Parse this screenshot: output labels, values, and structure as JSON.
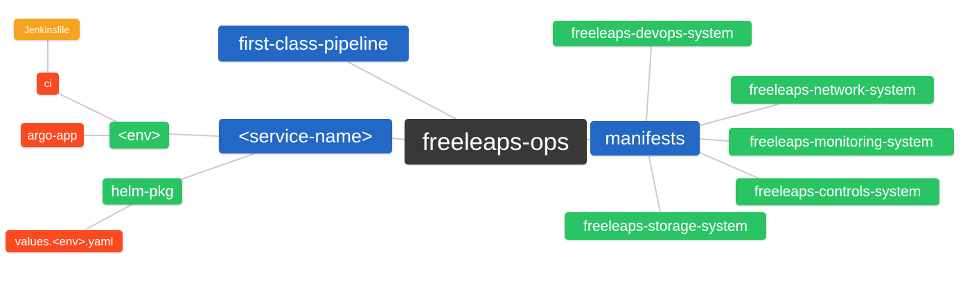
{
  "diagram": {
    "title": "freeleaps-ops mind map",
    "background": "#ffffff",
    "edge_color": "#cbcbcb",
    "colors": {
      "blue": "#2368c4",
      "green": "#2bc465",
      "red": "#fa4a22",
      "orange": "#f6a41e",
      "dark": "#3a3737",
      "text": "#ffffff"
    },
    "nodes": [
      {
        "id": "jenkinsfile",
        "label": "Jenkinsfile",
        "color": "orange"
      },
      {
        "id": "ci",
        "label": "ci",
        "color": "red"
      },
      {
        "id": "argo-app",
        "label": "argo-app",
        "color": "red"
      },
      {
        "id": "env",
        "label": "<env>",
        "color": "green"
      },
      {
        "id": "helm-pkg",
        "label": "helm-pkg",
        "color": "green"
      },
      {
        "id": "values-env-yaml",
        "label": "values.<env>.yaml",
        "color": "red"
      },
      {
        "id": "first-class-pipeline",
        "label": "first-class-pipeline",
        "color": "blue"
      },
      {
        "id": "service-name",
        "label": "<service-name>",
        "color": "blue"
      },
      {
        "id": "freeleaps-ops",
        "label": "freeleaps-ops",
        "color": "dark"
      },
      {
        "id": "manifests",
        "label": "manifests",
        "color": "blue"
      },
      {
        "id": "freeleaps-devops-system",
        "label": "freeleaps-devops-system",
        "color": "green"
      },
      {
        "id": "freeleaps-network-system",
        "label": "freeleaps-network-system",
        "color": "green"
      },
      {
        "id": "freeleaps-monitoring-system",
        "label": "freeleaps-monitoring-system",
        "color": "green"
      },
      {
        "id": "freeleaps-controls-system",
        "label": "freeleaps-controls-system",
        "color": "green"
      },
      {
        "id": "freeleaps-storage-system",
        "label": "freeleaps-storage-system",
        "color": "green"
      }
    ],
    "connections": [
      {
        "from": "jenkinsfile",
        "to": "ci"
      },
      {
        "from": "ci",
        "to": "env"
      },
      {
        "from": "argo-app",
        "to": "env"
      },
      {
        "from": "env",
        "to": "service-name"
      },
      {
        "from": "helm-pkg",
        "to": "service-name"
      },
      {
        "from": "values-env-yaml",
        "to": "helm-pkg"
      },
      {
        "from": "first-class-pipeline",
        "to": "freeleaps-ops"
      },
      {
        "from": "service-name",
        "to": "freeleaps-ops"
      },
      {
        "from": "freeleaps-ops",
        "to": "manifests"
      },
      {
        "from": "manifests",
        "to": "freeleaps-devops-system"
      },
      {
        "from": "manifests",
        "to": "freeleaps-network-system"
      },
      {
        "from": "manifests",
        "to": "freeleaps-monitoring-system"
      },
      {
        "from": "manifests",
        "to": "freeleaps-controls-system"
      },
      {
        "from": "manifests",
        "to": "freeleaps-storage-system"
      }
    ]
  }
}
